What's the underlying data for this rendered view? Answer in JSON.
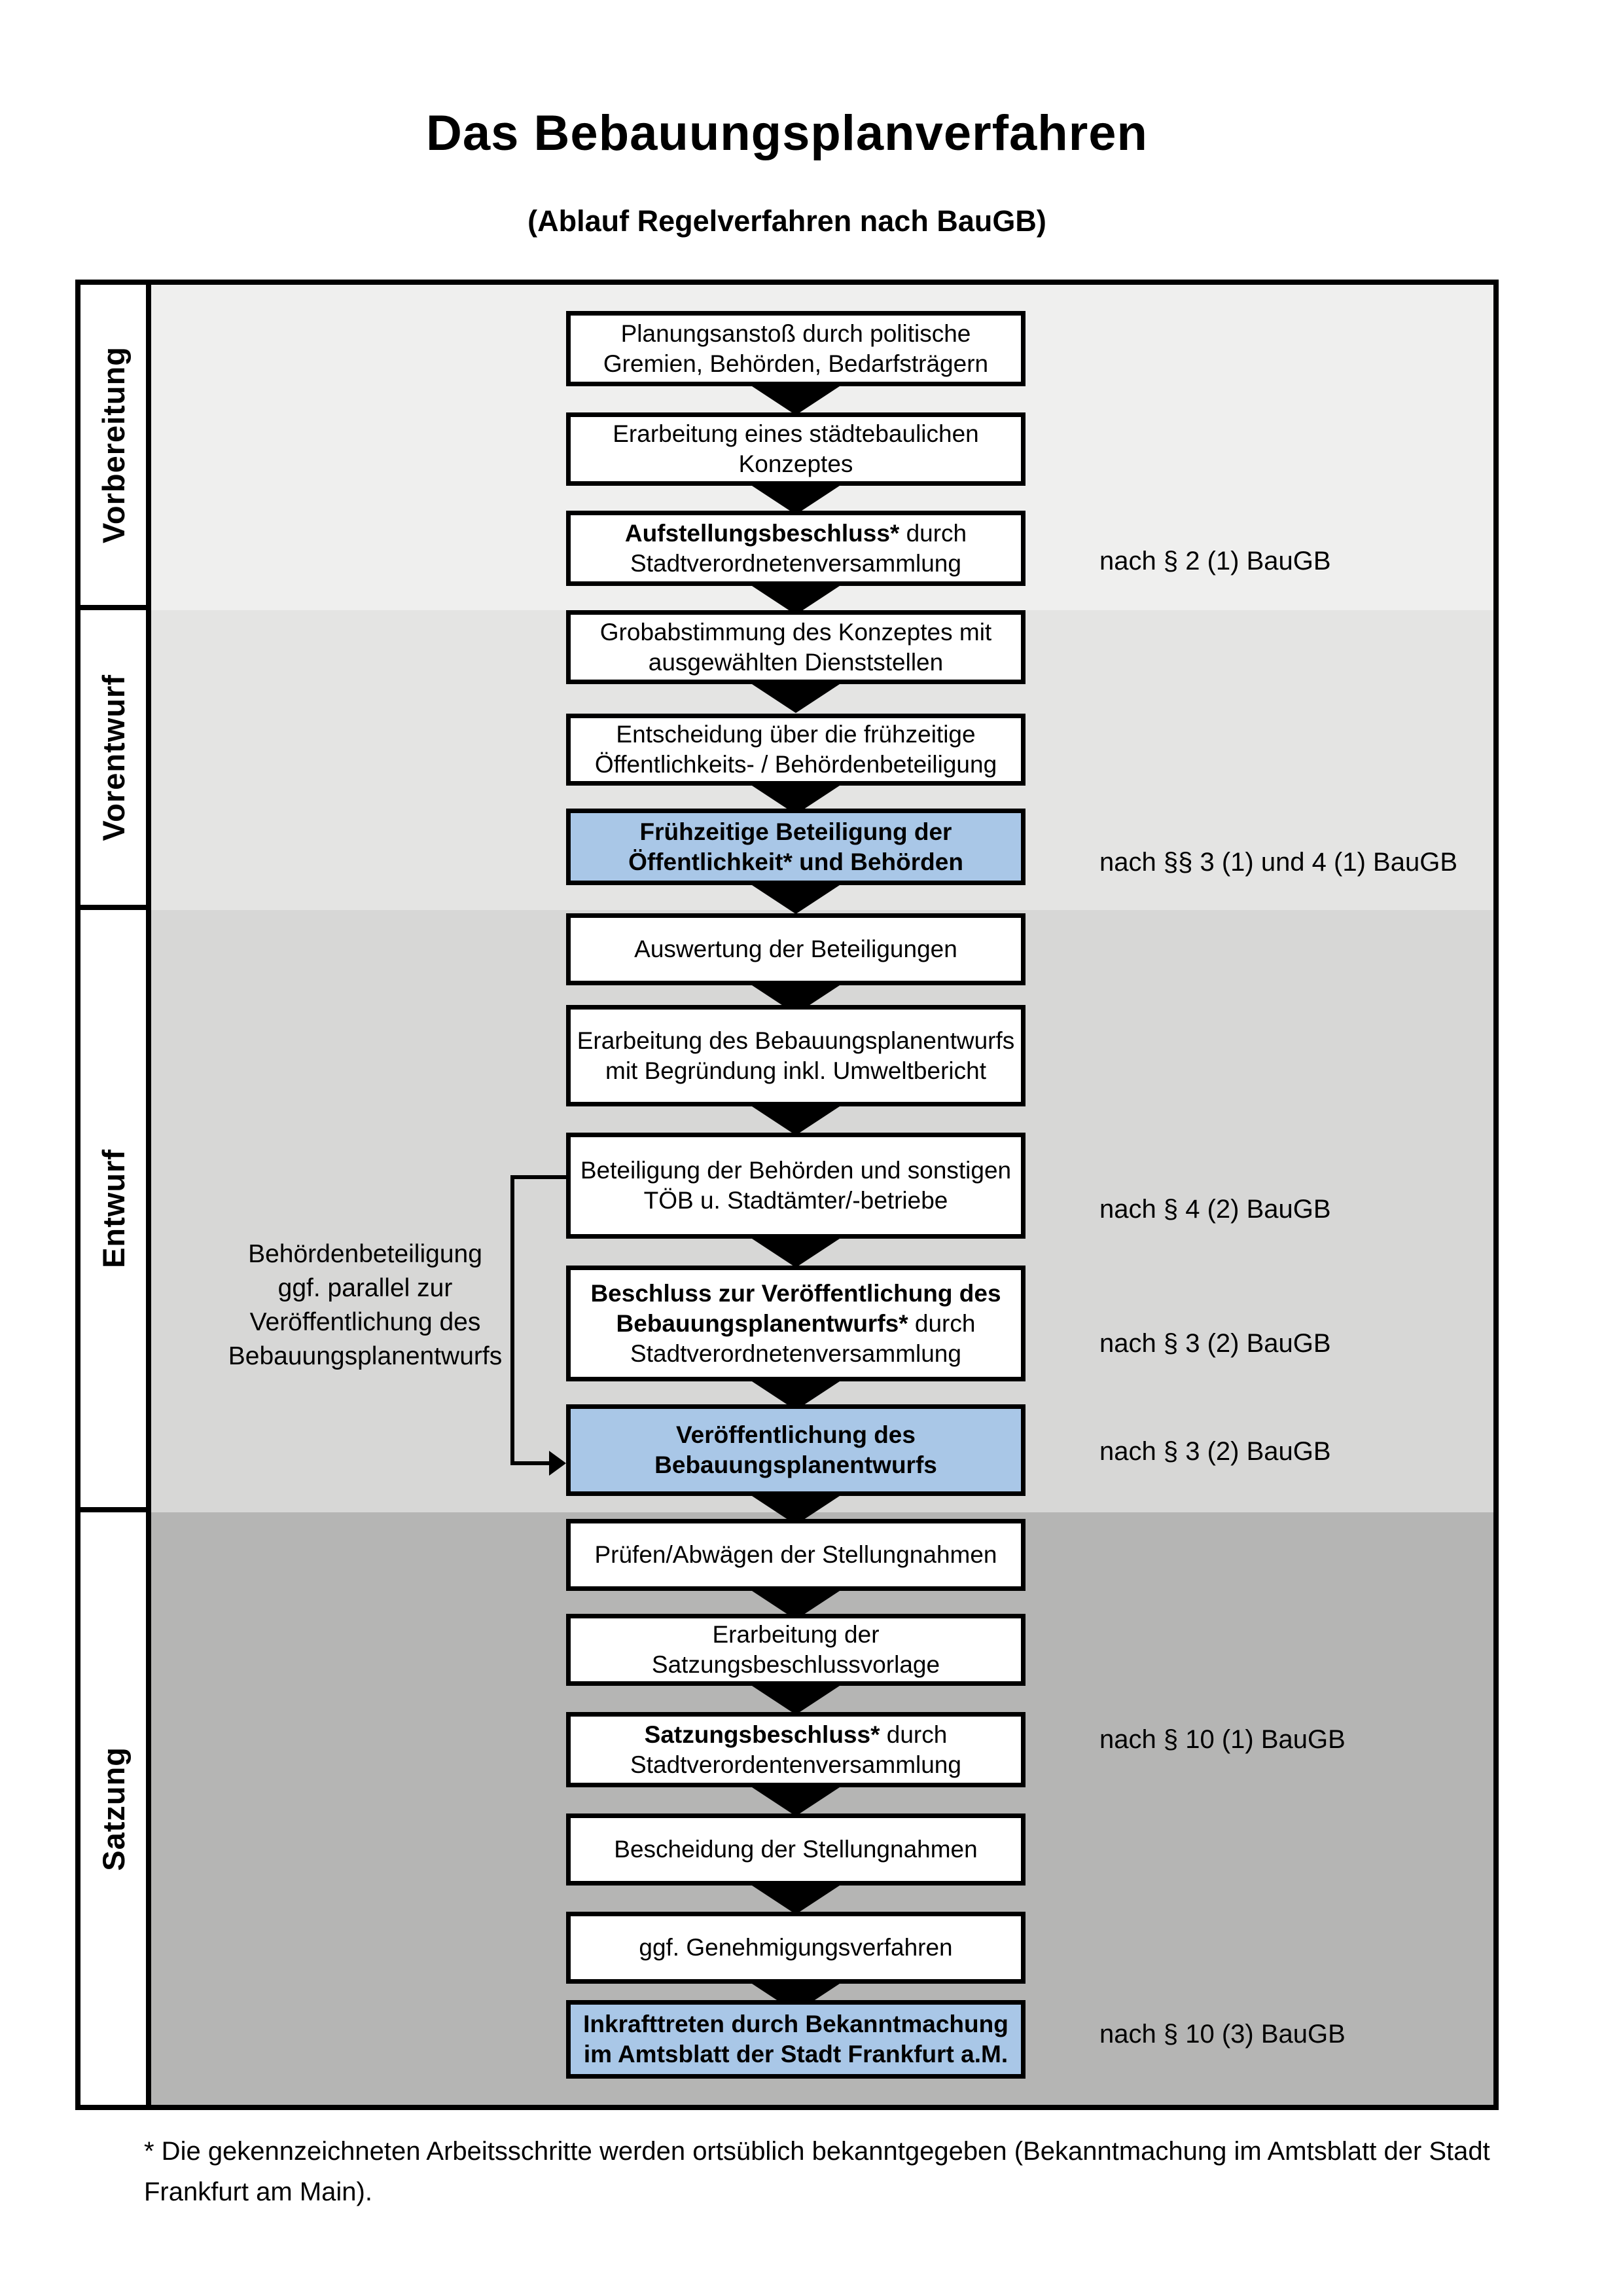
{
  "title": "Das Bebauungsplanverfahren",
  "subtitle": "(Ablauf Regelverfahren nach BauGB)",
  "phases": [
    {
      "label": "Vorbereitung"
    },
    {
      "label": "Vorentwurf"
    },
    {
      "label": "Entwurf"
    },
    {
      "label": "Satzung"
    }
  ],
  "steps": [
    {
      "bold": "",
      "rest": "Planungsanstoß durch politische Gremien, Behörden, Bedarfsträgern"
    },
    {
      "bold": "",
      "rest": "Erarbeitung eines städtebaulichen Konzeptes"
    },
    {
      "bold": "Aufstellungsbeschluss*",
      "rest": " durch Stadtverordnetenversammlung"
    },
    {
      "bold": "",
      "rest": "Grobabstimmung des Konzeptes mit ausgewählten Dienststellen"
    },
    {
      "bold": "",
      "rest": "Entscheidung über die frühzeitige Öffentlichkeits- / Behördenbeteiligung"
    },
    {
      "bold": "Frühzeitige Beteiligung der Öffentlichkeit* und Behörden",
      "rest": ""
    },
    {
      "bold": "",
      "rest": "Auswertung der Beteiligungen"
    },
    {
      "bold": "",
      "rest": "Erarbeitung des Bebauungsplanentwurfs mit Begründung inkl. Umweltbericht"
    },
    {
      "bold": "",
      "rest": "Beteiligung der Behörden und sonstigen TÖB u. Stadtämter/-betriebe"
    },
    {
      "bold": "Beschluss zur Veröffentlichung des Bebauungsplanentwurfs*",
      "rest": " durch Stadtverordnetenversammlung"
    },
    {
      "bold": "Veröffentlichung des Bebauungsplanentwurfs",
      "rest": ""
    },
    {
      "bold": "",
      "rest": "Prüfen/Abwägen der Stellungnahmen"
    },
    {
      "bold": "",
      "rest": "Erarbeitung der Satzungsbeschlussvorlage"
    },
    {
      "bold": "Satzungsbeschluss*",
      "rest": " durch Stadtverordentenversammlung"
    },
    {
      "bold": "",
      "rest": "Bescheidung der Stellungnahmen"
    },
    {
      "bold": "",
      "rest": "ggf. Genehmigungsverfahren"
    },
    {
      "bold": "Inkrafttreten",
      "rest": " durch Bekanntmachung im Amtsblatt der Stadt Frankfurt a.M."
    }
  ],
  "annotations": [
    {
      "text": "nach § 2 (1) BauGB"
    },
    {
      "text": "nach §§ 3 (1) und 4 (1) BauGB"
    },
    {
      "text": "nach § 4 (2) BauGB"
    },
    {
      "text": "nach § 3 (2) BauGB"
    },
    {
      "text": "nach § 3 (2) BauGB"
    },
    {
      "text": "nach § 10 (1) BauGB"
    },
    {
      "text": "nach § 10 (3) BauGB"
    }
  ],
  "side_note": {
    "lines": [
      "Behördenbeteiligung",
      "ggf. parallel zur",
      "Veröffentlichung des",
      "Bebauungsplanentwurfs"
    ]
  },
  "footnote": "* Die gekennzeichneten Arbeitsschritte werden ortsüblich bekanntgegeben (Bekanntmachung im Amtsblatt der Stadt Frankfurt am Main).",
  "colors": {
    "highlight_blue": "#a9c7e7",
    "band_vorbereitung": "#efefee",
    "band_vorentwurf": "#e4e4e3",
    "band_entwurf": "#d7d7d6",
    "band_satzung": "#b5b5b4",
    "line_black": "#000000"
  }
}
